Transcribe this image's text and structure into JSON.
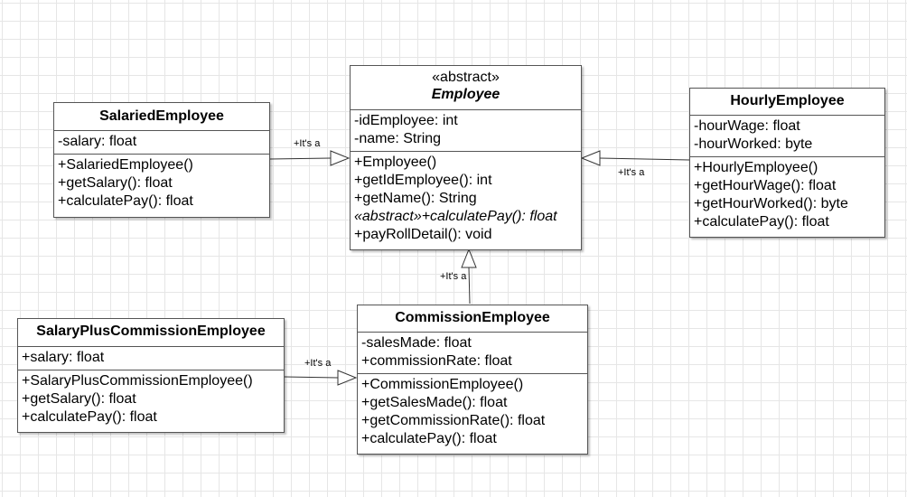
{
  "classes": {
    "employee": {
      "stereotype": "«abstract»",
      "name": "Employee",
      "attributes": [
        "-idEmployee: int",
        "-name: String"
      ],
      "operations": [
        "+Employee()",
        "+getIdEmployee(): int",
        "+getName(): String",
        "«abstract»+calculatePay(): float",
        "+payRollDetail(): void"
      ]
    },
    "salaried": {
      "name": "SalariedEmployee",
      "attributes": [
        "-salary: float"
      ],
      "operations": [
        "+SalariedEmployee()",
        "+getSalary(): float",
        "+calculatePay(): float"
      ]
    },
    "hourly": {
      "name": "HourlyEmployee",
      "attributes": [
        "-hourWage: float",
        "-hourWorked: byte"
      ],
      "operations": [
        "+HourlyEmployee()",
        "+getHourWage(): float",
        "+getHourWorked(): byte",
        "+calculatePay(): float"
      ]
    },
    "commission": {
      "name": "CommissionEmployee",
      "attributes": [
        "-salesMade: float",
        "+commissionRate: float"
      ],
      "operations": [
        "+CommissionEmployee()",
        "+getSalesMade(): float",
        "+getCommissionRate(): float",
        "+calculatePay(): float"
      ]
    },
    "salaryplus": {
      "name": "SalaryPlusCommissionEmployee",
      "attributes": [
        "+salary: float"
      ],
      "operations": [
        "+SalaryPlusCommissionEmployee()",
        "+getSalary(): float",
        "+calculatePay(): float"
      ]
    }
  },
  "relations": {
    "salaried_employee": "+It's a",
    "hourly_employee": "+It's a",
    "commission_employee": "+It's a",
    "salaryplus_commission": "+It's a"
  },
  "colors": {
    "grid": "#e6e6e6",
    "border": "#555555",
    "background": "#ffffff"
  }
}
